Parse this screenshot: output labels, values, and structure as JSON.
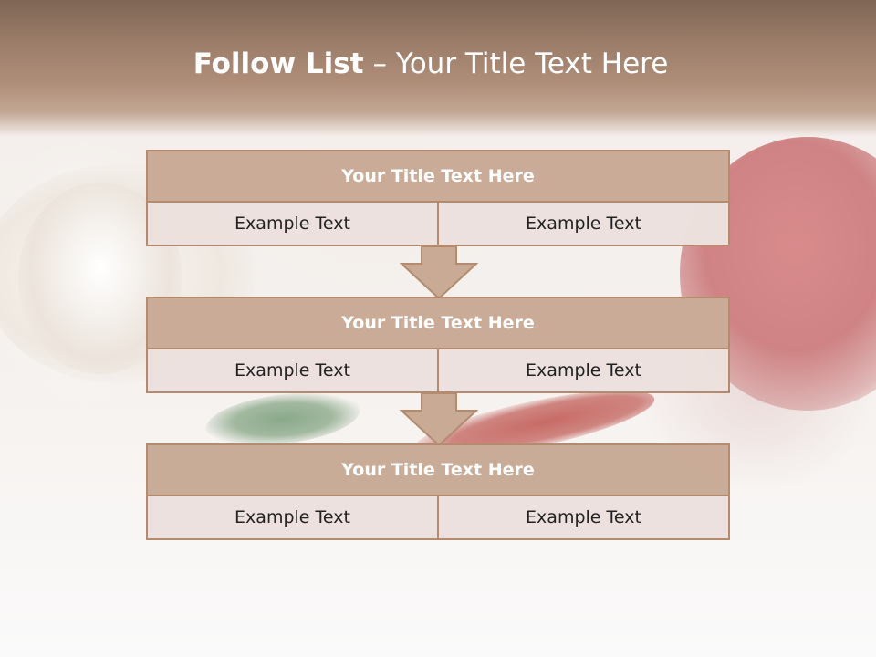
{
  "title": {
    "bold": "Follow List",
    "rest": "– Your Title Text Here"
  },
  "colors": {
    "header": "#9a7c68",
    "block_header": "#c6a691",
    "block_body": "#ebe0dd",
    "border": "#b48b6f"
  },
  "blocks": [
    {
      "title": "Your Title Text Here",
      "left": "Example Text",
      "right": "Example Text"
    },
    {
      "title": "Your Title Text Here",
      "left": "Example Text",
      "right": "Example Text"
    },
    {
      "title": "Your Title Text Here",
      "left": "Example Text",
      "right": "Example Text"
    }
  ],
  "icons": [
    "down-arrow-icon",
    "down-arrow-icon"
  ]
}
